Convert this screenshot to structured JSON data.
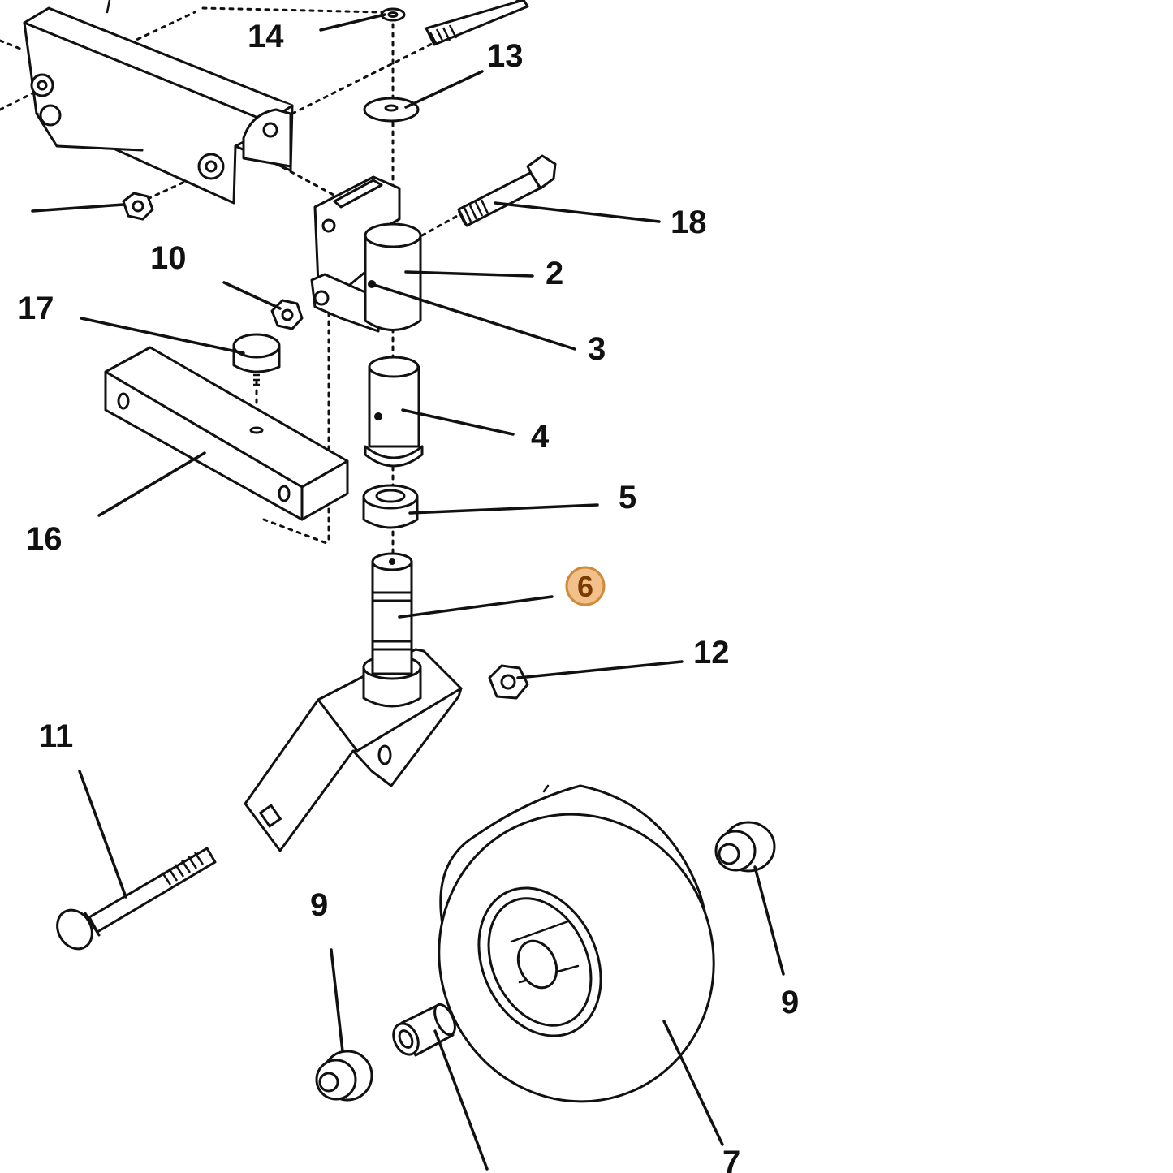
{
  "callouts": {
    "c14": "14",
    "c13": "13",
    "c18": "18",
    "c2": "2",
    "c10": "10",
    "c17": "17",
    "c3": "3",
    "c4": "4",
    "c5": "5",
    "c16": "16",
    "c6": "6",
    "c12": "12",
    "c11": "11",
    "c9a": "9",
    "c9b": "9",
    "c7": "7"
  },
  "highlight": {
    "callout": "6",
    "fill": "#f2c08a",
    "stroke": "#d08a3a"
  }
}
